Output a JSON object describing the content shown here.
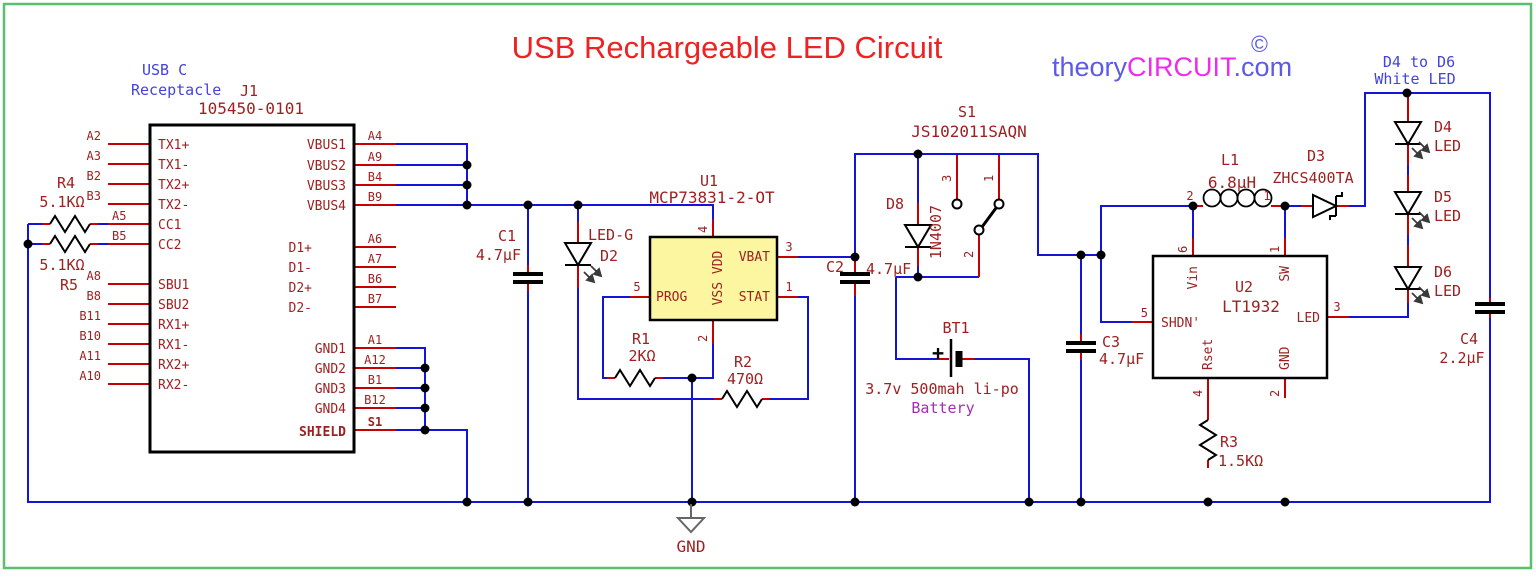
{
  "title": "USB Rechargeable LED Circuit",
  "branding": {
    "theory": "theory",
    "circuit": "CIRCUIT",
    "domain": ".com",
    "copyright": "©"
  },
  "connector": {
    "type_line1": "USB C",
    "type_line2": "Receptacle",
    "ref": "J1",
    "part": "105450-0101",
    "left_pins": [
      {
        "num": "A2",
        "name": "TX1+"
      },
      {
        "num": "A3",
        "name": "TX1-"
      },
      {
        "num": "B2",
        "name": "TX2+"
      },
      {
        "num": "B3",
        "name": "TX2-"
      },
      {
        "num": "A5",
        "name": "CC1"
      },
      {
        "num": "B5",
        "name": "CC2"
      },
      {
        "num": "A8",
        "name": "SBU1"
      },
      {
        "num": "B8",
        "name": "SBU2"
      },
      {
        "num": "B11",
        "name": "RX1+"
      },
      {
        "num": "B10",
        "name": "RX1-"
      },
      {
        "num": "A11",
        "name": "RX2+"
      },
      {
        "num": "A10",
        "name": "RX2-"
      }
    ],
    "right_pins": [
      {
        "num": "A4",
        "name": "VBUS1"
      },
      {
        "num": "A9",
        "name": "VBUS2"
      },
      {
        "num": "B4",
        "name": "VBUS3"
      },
      {
        "num": "B9",
        "name": "VBUS4"
      },
      {
        "num": "A6",
        "name": "D1+"
      },
      {
        "num": "A7",
        "name": "D1-"
      },
      {
        "num": "B6",
        "name": "D2+"
      },
      {
        "num": "B7",
        "name": "D2-"
      },
      {
        "num": "A1",
        "name": "GND1"
      },
      {
        "num": "A12",
        "name": "GND2"
      },
      {
        "num": "B1",
        "name": "GND3"
      },
      {
        "num": "B12",
        "name": "GND4"
      },
      {
        "num": "S1",
        "name": "SHIELD"
      }
    ]
  },
  "charger": {
    "ref": "U1",
    "part": "MCP73831-2-OT",
    "pin_vssvdd": "VSS VDD",
    "pin_vbat": "VBAT",
    "pin_prog": "PROG",
    "pin_stat": "STAT",
    "num_top": "4",
    "num_bottom": "2",
    "num_vbat": "3",
    "num_prog": "5",
    "num_stat": "1"
  },
  "driver": {
    "ref": "U2",
    "part": "LT1932",
    "pin_vin": "Vin",
    "pin_sw": "SW",
    "pin_shdn": "SHDN'",
    "pin_led": "LED",
    "pin_rset": "Rset",
    "pin_gnd": "GND",
    "num_vin": "6",
    "num_sw": "1",
    "num_shdn": "5",
    "num_led": "3",
    "num_rset": "4",
    "num_gnd": "2"
  },
  "resistors": {
    "r1": {
      "ref": "R1",
      "value": "2KΩ"
    },
    "r2": {
      "ref": "R2",
      "value": "470Ω"
    },
    "r3": {
      "ref": "R3",
      "value": "1.5KΩ"
    },
    "r4": {
      "ref": "R4",
      "value": "5.1KΩ"
    },
    "r5": {
      "ref": "R5",
      "value": "5.1KΩ"
    }
  },
  "capacitors": {
    "c1": {
      "ref": "C1",
      "value": "4.7μF"
    },
    "c2": {
      "ref": "C2",
      "value": "4.7μF"
    },
    "c3": {
      "ref": "C3",
      "value": "4.7μF"
    },
    "c4": {
      "ref": "C4",
      "value": "2.2μF"
    }
  },
  "diodes": {
    "d2": {
      "ref": "D2",
      "value": "LED-G"
    },
    "d3": {
      "ref": "D3",
      "value": "ZHCS400TA"
    },
    "d8": {
      "ref": "D8",
      "value": "1N4007"
    },
    "d4": {
      "ref": "D4",
      "value": "LED"
    },
    "d5": {
      "ref": "D5",
      "value": "LED"
    },
    "d6": {
      "ref": "D6",
      "value": "LED"
    }
  },
  "inductor": {
    "ref": "L1",
    "value": "6.8μH",
    "num_left": "2",
    "num_right": "1"
  },
  "switch": {
    "ref": "S1",
    "part": "JS102011SAQN",
    "num_p3": "3",
    "num_p1": "1",
    "num_p2": "2"
  },
  "battery": {
    "ref": "BT1",
    "plus": "+",
    "value": "3.7v 500mah li-po",
    "note": "Battery"
  },
  "labels": {
    "led_note1": "D4 to D6",
    "led_note2": "White LED",
    "gnd": "GND"
  },
  "colors": {
    "wire_blue": "#1414d8",
    "pin_red": "#c40000",
    "text_dark_red": "#9e2020",
    "text_blue": "#4343dd",
    "brand_blue": "#5b5be8",
    "brand_magenta": "#ee2cee",
    "battery_purple": "#a030b0",
    "title_red": "#ee2222",
    "border_green": "#5cbf6e",
    "ic_fill_yellow": "#fdf6a0"
  }
}
